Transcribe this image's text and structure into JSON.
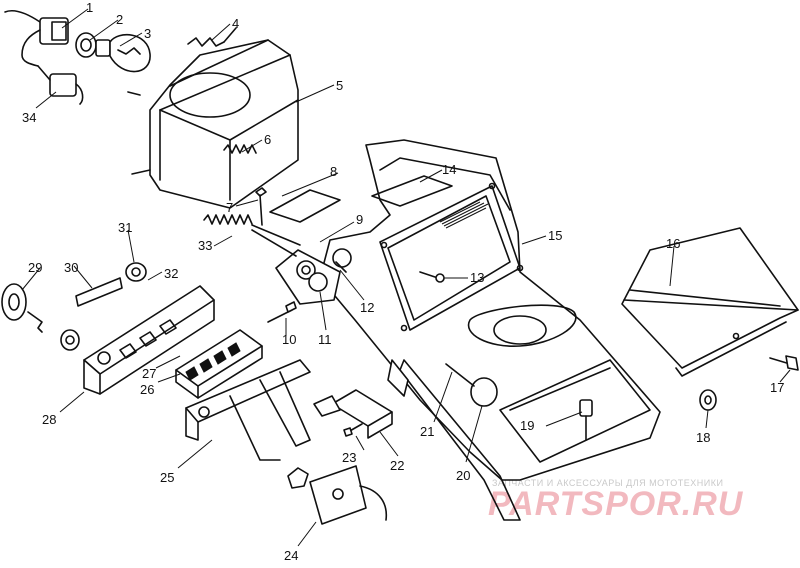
{
  "callouts": [
    "1",
    "2",
    "3",
    "4",
    "5",
    "6",
    "7",
    "8",
    "9",
    "10",
    "11",
    "12",
    "13",
    "14",
    "15",
    "16",
    "17",
    "18",
    "19",
    "20",
    "21",
    "22",
    "23",
    "24",
    "25",
    "26",
    "27",
    "28",
    "29",
    "30",
    "31",
    "32",
    "33",
    "34"
  ],
  "watermark": {
    "tagline": "ЗАПЧАСТИ И АКСЕССУАРЫ ДЛЯ МОТОТЕХНИКИ",
    "brand": "PARTSPOR.RU"
  }
}
